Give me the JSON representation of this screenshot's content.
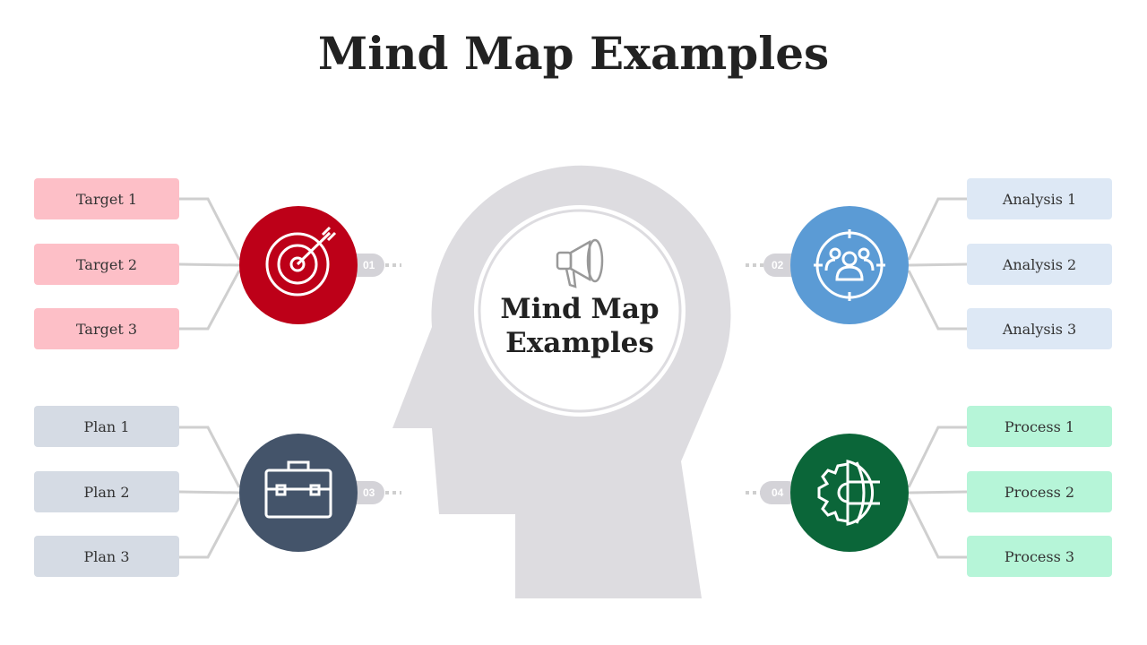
{
  "title": "Mind Map Examples",
  "center": {
    "line1": "Mind Map",
    "line2": "Examples",
    "icon": "megaphone-icon"
  },
  "branches": [
    {
      "number": "01",
      "icon": "target-icon",
      "color": "#bd0018",
      "items": [
        "Target 1",
        "Target 2",
        "Target 3"
      ]
    },
    {
      "number": "02",
      "icon": "team-icon",
      "color": "#5b9bd5",
      "items": [
        "Analysis 1",
        "Analysis 2",
        "Analysis 3"
      ]
    },
    {
      "number": "03",
      "icon": "briefcase-icon",
      "color": "#44546a",
      "items": [
        "Plan 1",
        "Plan 2",
        "Plan 3"
      ]
    },
    {
      "number": "04",
      "icon": "gear-globe-icon",
      "color": "#0b6639",
      "items": [
        "Process 1",
        "Process 2",
        "Process 3"
      ]
    }
  ]
}
